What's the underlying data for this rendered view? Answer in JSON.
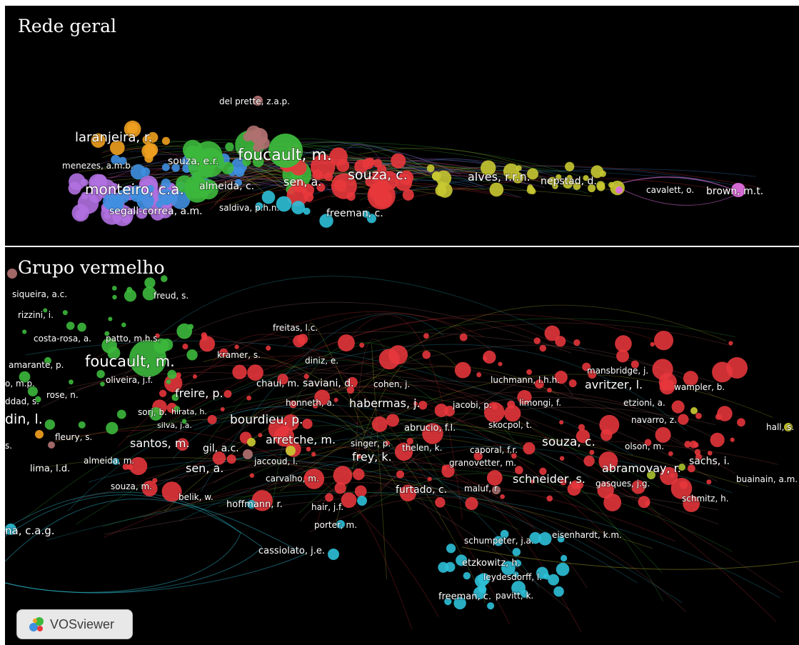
{
  "colors": {
    "red": "#e8373c",
    "green": "#3cb83c",
    "blue": "#3f8fe0",
    "yellow": "#c8c832",
    "purple": "#b070e0",
    "orange": "#f0a020",
    "cyan": "#2ec0d8",
    "brown": "#b07070",
    "pink": "#e070e0",
    "lime": "#a8c030"
  },
  "top_panel": {
    "title": "Rede geral",
    "labels": [
      {
        "text": "del prette, z.a.p.",
        "c": "brown"
      },
      {
        "text": "laranjeira, r.",
        "c": "orange"
      },
      {
        "text": "foucault, m.",
        "c": "green"
      },
      {
        "text": "menezes, a.m.b.",
        "c": "blue"
      },
      {
        "text": "souza, e.r.",
        "c": "green"
      },
      {
        "text": "souza, c.",
        "c": "red"
      },
      {
        "text": "alves, r.r.n.",
        "c": "yellow"
      },
      {
        "text": "nepstad, d.",
        "c": "yellow"
      },
      {
        "text": "monteiro, c.a.",
        "c": "purple"
      },
      {
        "text": "almeida, c.",
        "c": "blue"
      },
      {
        "text": "sen, a.",
        "c": "red"
      },
      {
        "text": "cavalett, o.",
        "c": "pink"
      },
      {
        "text": "brown, m.t.",
        "c": "pink"
      },
      {
        "text": "segall-correa, a.m.",
        "c": "purple"
      },
      {
        "text": "saldiva, p.h.n.",
        "c": "blue"
      },
      {
        "text": "freeman, c.",
        "c": "cyan"
      }
    ]
  },
  "bottom_panel": {
    "title": "Grupo vermelho",
    "labels": [
      {
        "text": "siqueira, a.c."
      },
      {
        "text": "freud, s."
      },
      {
        "text": "rizzini, i."
      },
      {
        "text": "freitas, l.c."
      },
      {
        "text": "costa-rosa, a."
      },
      {
        "text": "patto, m.h.s."
      },
      {
        "text": "kramer, s."
      },
      {
        "text": "amarante, p."
      },
      {
        "text": "foucault, m."
      },
      {
        "text": "diniz, e."
      },
      {
        "text": "mansbridge, j."
      },
      {
        "text": "o, m.p."
      },
      {
        "text": "oliveira, j.f."
      },
      {
        "text": "chaui, m."
      },
      {
        "text": "saviani, d."
      },
      {
        "text": "cohen, j."
      },
      {
        "text": "luchmann, l.h.h."
      },
      {
        "text": "avritzer, l."
      },
      {
        "text": "wampler, b."
      },
      {
        "text": "rose, n."
      },
      {
        "text": "freire, p."
      },
      {
        "text": "honneth, a."
      },
      {
        "text": "habermas, j."
      },
      {
        "text": "jacobi, p."
      },
      {
        "text": "limongi, f."
      },
      {
        "text": "etzioni, a."
      },
      {
        "text": "ddad, s."
      },
      {
        "text": "sorj, b."
      },
      {
        "text": "hirata, h."
      },
      {
        "text": "din, l."
      },
      {
        "text": "silva, j.a."
      },
      {
        "text": "bourdieu, p."
      },
      {
        "text": "abrucio, f.l."
      },
      {
        "text": "skocpol, t."
      },
      {
        "text": "navarro, z."
      },
      {
        "text": "hall, s."
      },
      {
        "text": "fleury, s."
      },
      {
        "text": "s."
      },
      {
        "text": "arretche, m."
      },
      {
        "text": "singer, p."
      },
      {
        "text": "thelen, k."
      },
      {
        "text": "caporal, f.r."
      },
      {
        "text": "souza, c."
      },
      {
        "text": "olson, m."
      },
      {
        "text": "santos, m."
      },
      {
        "text": "gil, a.c."
      },
      {
        "text": "jaccoud, l."
      },
      {
        "text": "frey, k."
      },
      {
        "text": "granovetter, m."
      },
      {
        "text": "sachs, i."
      },
      {
        "text": "almeida, m."
      },
      {
        "text": "abramovay, r."
      },
      {
        "text": "lima, l.d."
      },
      {
        "text": "sen, a."
      },
      {
        "text": "carvalho, m."
      },
      {
        "text": "schneider, s."
      },
      {
        "text": "buainain, a.m."
      },
      {
        "text": "gasques, j.g."
      },
      {
        "text": "souza, m."
      },
      {
        "text": "furtado, c."
      },
      {
        "text": "maluf, r."
      },
      {
        "text": "schmitz, h."
      },
      {
        "text": "belik, w."
      },
      {
        "text": "hoffmann, r."
      },
      {
        "text": "hair, j.f."
      },
      {
        "text": "porter, m."
      },
      {
        "text": "na, c.a.g."
      },
      {
        "text": "schumpeter, j.a."
      },
      {
        "text": "eisenhardt, k.m."
      },
      {
        "text": "cassiolato, j.e."
      },
      {
        "text": "etzkowitz, h."
      },
      {
        "text": "leydesdorff, l."
      },
      {
        "text": "freeman, c."
      },
      {
        "text": "pavitt, k."
      }
    ]
  },
  "badge": {
    "label": "VOSviewer"
  }
}
